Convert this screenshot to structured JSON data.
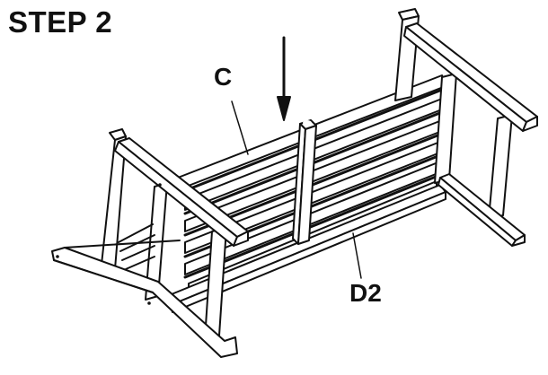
{
  "step": {
    "title": "STEP 2"
  },
  "labels": {
    "part_c": "C",
    "part_d2": "D2"
  },
  "diagram": {
    "subject": "bench assembled upside-down, line drawing",
    "arrow": "down-arrow indicating placement of center support leg onto slats",
    "line_color": "#111111",
    "background": "#ffffff"
  }
}
